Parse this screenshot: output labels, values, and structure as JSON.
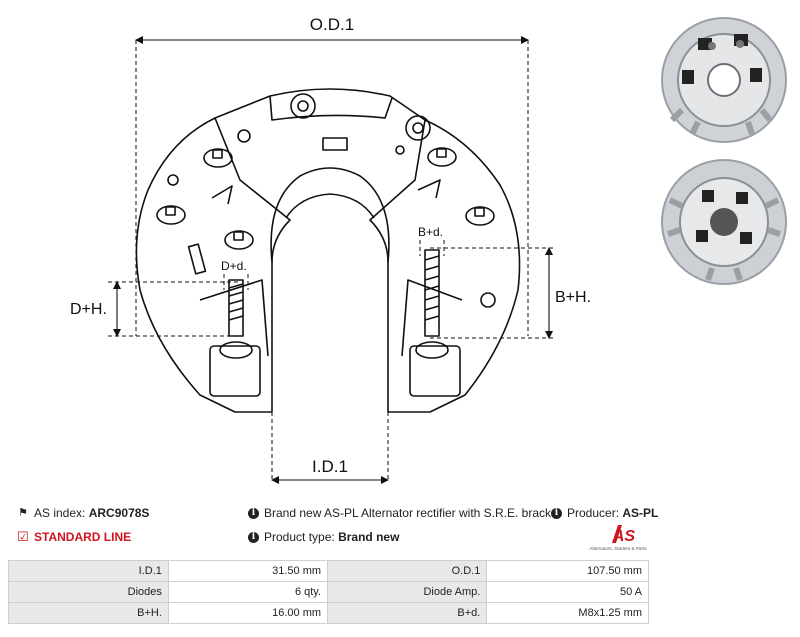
{
  "drawing": {
    "od_label": "O.D.1",
    "id_label": "I.D.1",
    "dh_label": "D+H.",
    "bh_label": "B+H.",
    "dd_label": "D+d.",
    "bd_label": "B+d."
  },
  "info": {
    "as_index_label": "AS index:",
    "as_index_value": "ARC9078S",
    "standard_line": "STANDARD LINE",
    "description": "Brand new AS-PL Alternator rectifier with S.R.E. bracket",
    "producer_label": "Producer:",
    "producer_value": "AS-PL",
    "product_type_label": "Product type:",
    "product_type_value": "Brand new"
  },
  "logo": {
    "mark": "AS",
    "tagline": "Alternators, Starters & Parts",
    "color": "#d0141e"
  },
  "specs": [
    [
      "I.D.1",
      "31.50 mm",
      "O.D.1",
      "107.50 mm"
    ],
    [
      "Diodes",
      "6 qty.",
      "Diode Amp.",
      "50 A"
    ],
    [
      "B+H.",
      "16.00 mm",
      "B+d.",
      "M8x1.25 mm"
    ]
  ]
}
